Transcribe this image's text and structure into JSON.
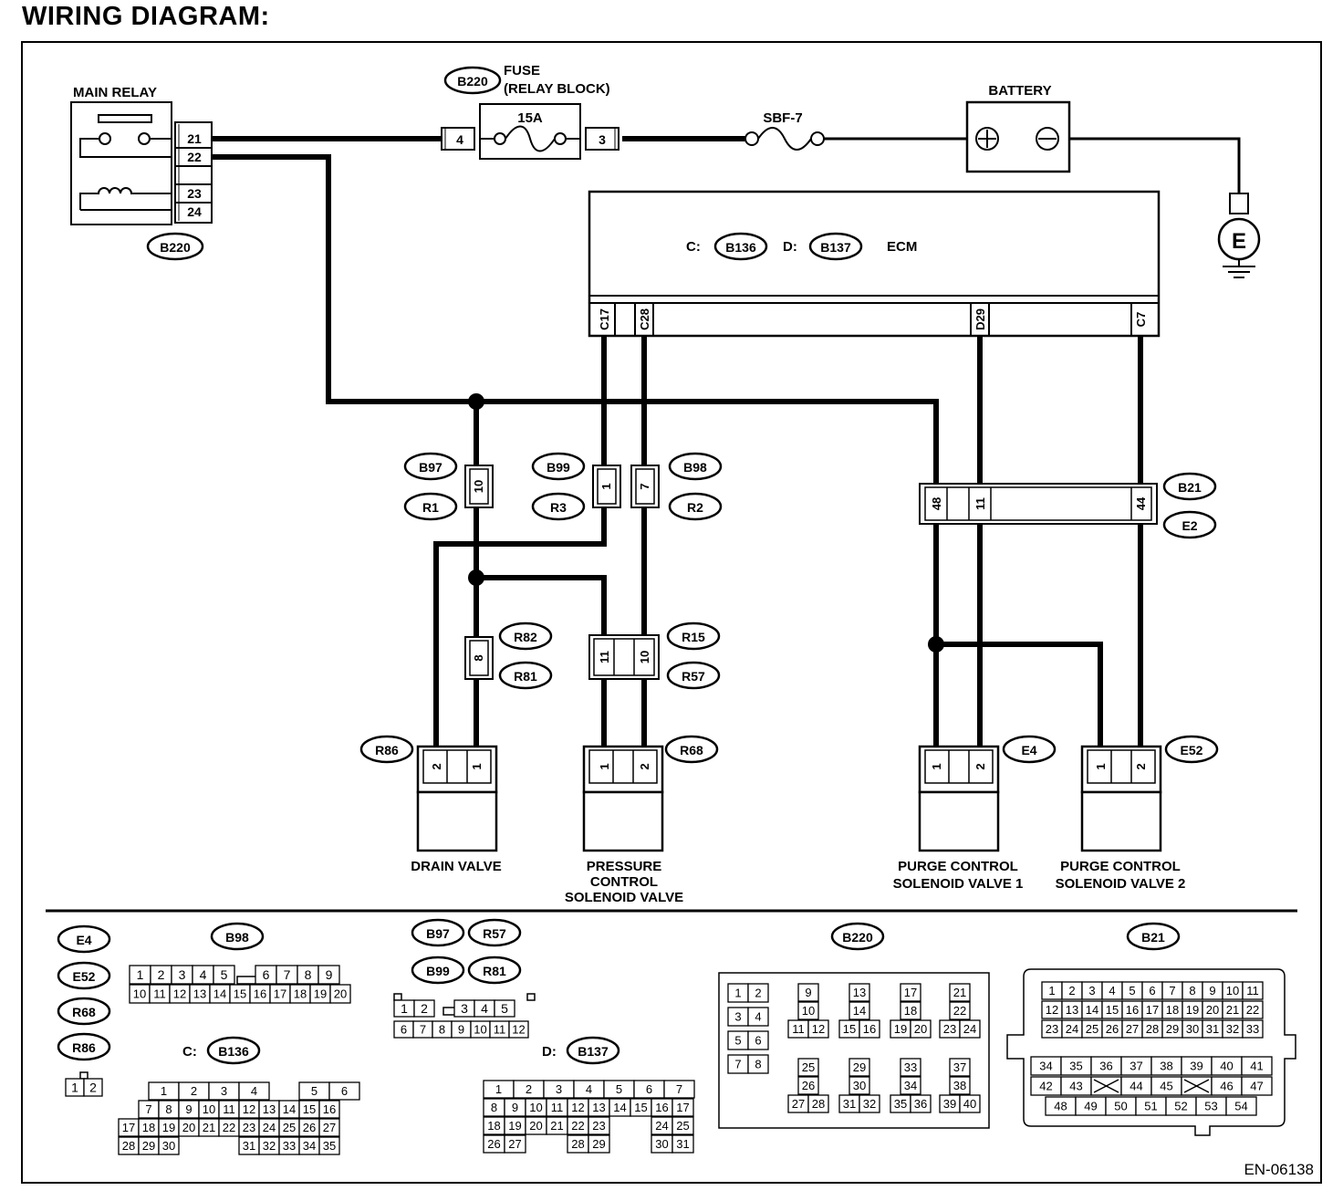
{
  "title": "WIRING DIAGRAM:",
  "doc_code": "EN-06138",
  "components": {
    "main_relay": "MAIN RELAY",
    "fuse_line1": "FUSE",
    "fuse_line2": "(RELAY BLOCK)",
    "fuse_rating": "15A",
    "sbf": "SBF-7",
    "battery": "BATTERY",
    "ground": "E",
    "ecm": "ECM",
    "ecm_c_prefix": "C:",
    "ecm_d_prefix": "D:",
    "drain_valve": "DRAIN VALVE",
    "pcsv_1": "PRESSURE",
    "pcsv_2": "CONTROL",
    "pcsv_3": "SOLENOID VALVE",
    "purge1_1": "PURGE CONTROL",
    "purge1_2": "SOLENOID VALVE 1",
    "purge2_1": "PURGE CONTROL",
    "purge2_2": "SOLENOID VALVE 2"
  },
  "connectors": {
    "b220": "B220",
    "b136": "B136",
    "b137": "B137",
    "b97": "B97",
    "r1": "R1",
    "b99": "B99",
    "r3": "R3",
    "b98": "B98",
    "r2": "R2",
    "b21": "B21",
    "e2": "E2",
    "r82": "R82",
    "r81": "R81",
    "r15": "R15",
    "r57": "R57",
    "r86": "R86",
    "r68": "R68",
    "e4": "E4",
    "e52": "E52"
  },
  "pins": {
    "relay": [
      "21",
      "22",
      "23",
      "24"
    ],
    "fuse_in": "4",
    "fuse_out": "3",
    "ecm": [
      "C17",
      "C28",
      "D29",
      "C7"
    ],
    "b97": "10",
    "b99": "1",
    "b98": "7",
    "b21": [
      "48",
      "11",
      "44"
    ],
    "r82": "8",
    "r15": [
      "11",
      "10"
    ],
    "r86": [
      "2",
      "1"
    ],
    "r68": [
      "1",
      "2"
    ],
    "e4": [
      "1",
      "2"
    ],
    "e52": [
      "1",
      "2"
    ]
  },
  "legend": {
    "lbl_e4": "E4",
    "lbl_e52": "E52",
    "lbl_r68": "R68",
    "lbl_r86": "R86",
    "lbl_b98": "B98",
    "lbl_b97": "B97",
    "lbl_r57": "R57",
    "lbl_b99": "B99",
    "lbl_r81": "R81",
    "lbl_b136": "B136",
    "lbl_b137": "B137",
    "lbl_b220": "B220",
    "lbl_b21": "B21",
    "c_prefix": "C:",
    "d_prefix": "D:",
    "conn2": [
      "1",
      "2"
    ],
    "b98_top": [
      "1",
      "2",
      "3",
      "4",
      "5",
      "",
      "6",
      "7",
      "8",
      "9"
    ],
    "b98_bottom": [
      "10",
      "11",
      "12",
      "13",
      "14",
      "15",
      "16",
      "17",
      "18",
      "19",
      "20"
    ],
    "b97_top": [
      "1",
      "2",
      "",
      "3",
      "4",
      "5"
    ],
    "b97_bottom": [
      "6",
      "7",
      "8",
      "9",
      "10",
      "11",
      "12"
    ],
    "b136_rows": [
      [
        "",
        "1",
        "2",
        "3",
        "4",
        "",
        "5",
        "6"
      ],
      [
        "",
        "7",
        "8",
        "9",
        "10",
        "11",
        "12",
        "13",
        "14",
        "15",
        "16"
      ],
      [
        "17",
        "18",
        "19",
        "20",
        "21",
        "22",
        "23",
        "24",
        "25",
        "26",
        "27"
      ],
      [
        "28",
        "29",
        "30",
        "",
        "",
        "",
        "31",
        "32",
        "33",
        "34",
        "35"
      ]
    ],
    "b137_rows": [
      [
        "1",
        "2",
        "3",
        "4",
        "5",
        "6",
        "7"
      ],
      [
        "8",
        "9",
        "10",
        "11",
        "12",
        "13",
        "14",
        "15",
        "16",
        "17"
      ],
      [
        "18",
        "19",
        "20",
        "21",
        "22",
        "23",
        "",
        "",
        "24",
        "25"
      ],
      [
        "26",
        "27",
        "",
        "",
        "28",
        "29",
        "",
        "",
        "30",
        "31"
      ]
    ],
    "b220_pins": [
      "1",
      "2",
      "3",
      "4",
      "5",
      "6",
      "7",
      "8",
      "9",
      "10",
      "11",
      "12",
      "13",
      "14",
      "15",
      "16",
      "17",
      "18",
      "19",
      "20",
      "21",
      "22",
      "23",
      "24",
      "25",
      "26",
      "27",
      "28",
      "29",
      "30",
      "31",
      "32",
      "33",
      "34",
      "35",
      "36",
      "37",
      "38",
      "39",
      "40"
    ],
    "b21_rows": [
      [
        "1",
        "2",
        "3",
        "4",
        "5",
        "6",
        "7",
        "8",
        "9",
        "10",
        "11"
      ],
      [
        "12",
        "13",
        "14",
        "15",
        "16",
        "17",
        "18",
        "19",
        "20",
        "21",
        "22"
      ],
      [
        "23",
        "24",
        "25",
        "26",
        "27",
        "28",
        "29",
        "30",
        "31",
        "32",
        "33"
      ],
      [
        "34",
        "35",
        "36",
        "37",
        "38",
        "39",
        "40",
        "41"
      ],
      [
        "42",
        "43",
        "",
        "44",
        "45",
        "",
        "46",
        "47"
      ],
      [
        "48",
        "49",
        "50",
        "51",
        "52",
        "53",
        "54"
      ]
    ]
  }
}
